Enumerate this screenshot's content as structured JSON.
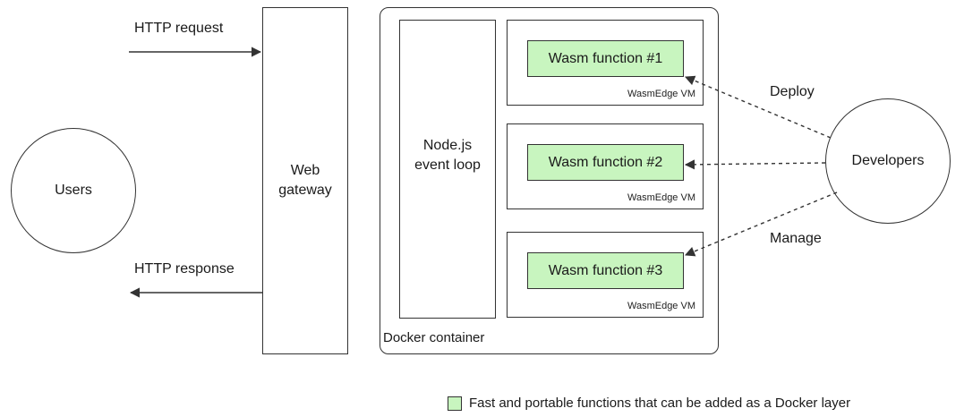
{
  "nodes": {
    "users": "Users",
    "developers": "Developers",
    "gateway": "Web\ngateway",
    "event_loop": "Node.js\nevent loop",
    "container": "Docker container"
  },
  "vms": [
    {
      "function": "Wasm function #1",
      "vm": "WasmEdge VM"
    },
    {
      "function": "Wasm function #2",
      "vm": "WasmEdge VM"
    },
    {
      "function": "Wasm function #3",
      "vm": "WasmEdge VM"
    }
  ],
  "edges": {
    "http_request": "HTTP request",
    "http_response": "HTTP response",
    "deploy": "Deploy",
    "manage": "Manage"
  },
  "legend": {
    "text": "Fast and portable functions that can be added as a Docker layer",
    "color": "#c8f5bf"
  }
}
